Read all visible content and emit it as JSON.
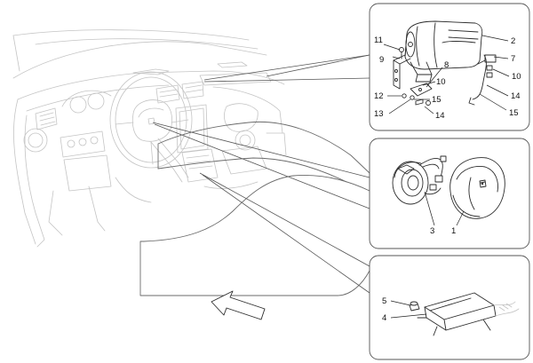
{
  "callouts": {
    "top": {
      "c11": "11",
      "c9": "9",
      "c2": "2",
      "c7": "7",
      "c8": "8",
      "c10a": "10",
      "c10b": "10",
      "c12": "12",
      "c15a": "15",
      "c13": "13",
      "c14a": "14",
      "c14b": "14",
      "c15b": "15"
    },
    "middle": {
      "c3": "3",
      "c1": "1"
    },
    "bottom": {
      "c5": "5",
      "c4": "4"
    }
  }
}
